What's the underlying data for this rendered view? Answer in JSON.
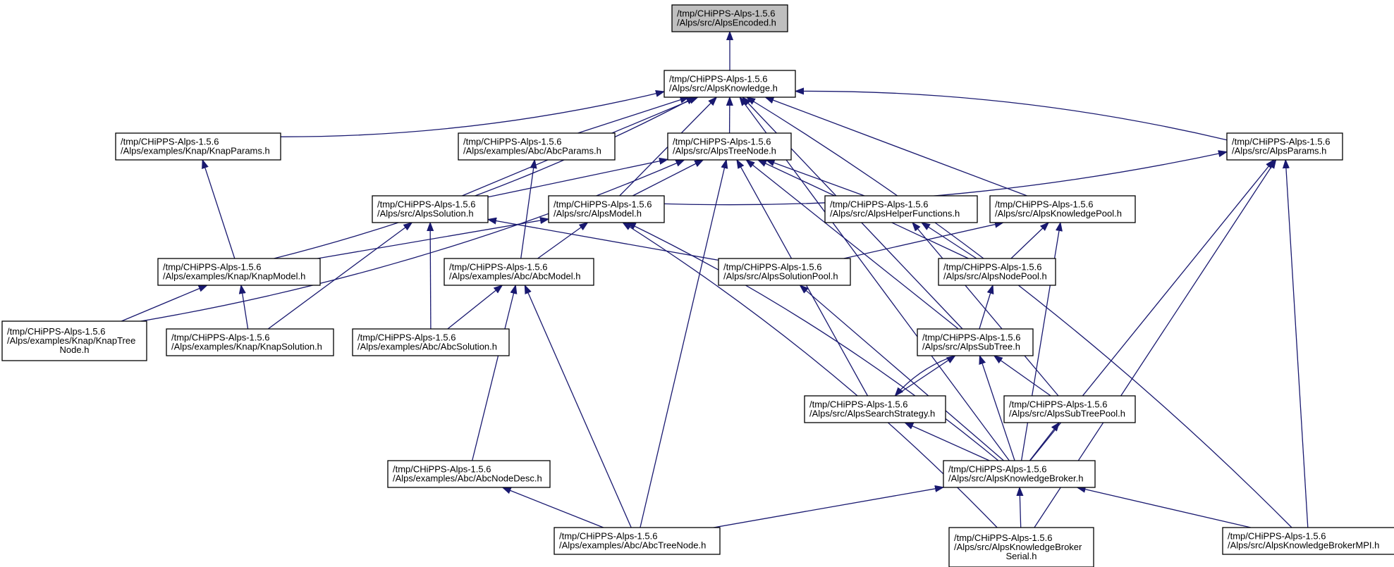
{
  "graph": {
    "title": "",
    "colors": {
      "edge": "#191970",
      "node_border": "#000000",
      "root_fill": "#bfbfbf",
      "node_fill": "#ffffff"
    },
    "nodes": [
      {
        "id": "encoded",
        "lines": [
          "/tmp/CHiPPS-Alps-1.5.6",
          "/Alps/src/AlpsEncoded.h"
        ],
        "root": true
      },
      {
        "id": "knowledge",
        "lines": [
          "/tmp/CHiPPS-Alps-1.5.6",
          "/Alps/src/AlpsKnowledge.h"
        ]
      },
      {
        "id": "knapparams",
        "lines": [
          "/tmp/CHiPPS-Alps-1.5.6",
          "/Alps/examples/Knap/KnapParams.h"
        ]
      },
      {
        "id": "abcparams",
        "lines": [
          "/tmp/CHiPPS-Alps-1.5.6",
          "/Alps/examples/Abc/AbcParams.h"
        ]
      },
      {
        "id": "treenode",
        "lines": [
          "/tmp/CHiPPS-Alps-1.5.6",
          "/Alps/src/AlpsTreeNode.h"
        ]
      },
      {
        "id": "params",
        "lines": [
          "/tmp/CHiPPS-Alps-1.5.6",
          "/Alps/src/AlpsParams.h"
        ]
      },
      {
        "id": "solution",
        "lines": [
          "/tmp/CHiPPS-Alps-1.5.6",
          "/Alps/src/AlpsSolution.h"
        ]
      },
      {
        "id": "model",
        "lines": [
          "/tmp/CHiPPS-Alps-1.5.6",
          "/Alps/src/AlpsModel.h"
        ]
      },
      {
        "id": "helper",
        "lines": [
          "/tmp/CHiPPS-Alps-1.5.6",
          "/Alps/src/AlpsHelperFunctions.h"
        ]
      },
      {
        "id": "kpool",
        "lines": [
          "/tmp/CHiPPS-Alps-1.5.6",
          "/Alps/src/AlpsKnowledgePool.h"
        ]
      },
      {
        "id": "knapmodel",
        "lines": [
          "/tmp/CHiPPS-Alps-1.5.6",
          "/Alps/examples/Knap/KnapModel.h"
        ]
      },
      {
        "id": "abcmodel",
        "lines": [
          "/tmp/CHiPPS-Alps-1.5.6",
          "/Alps/examples/Abc/AbcModel.h"
        ]
      },
      {
        "id": "solpool",
        "lines": [
          "/tmp/CHiPPS-Alps-1.5.6",
          "/Alps/src/AlpsSolutionPool.h"
        ]
      },
      {
        "id": "nodepool",
        "lines": [
          "/tmp/CHiPPS-Alps-1.5.6",
          "/Alps/src/AlpsNodePool.h"
        ]
      },
      {
        "id": "knaptreenode",
        "lines": [
          "/tmp/CHiPPS-Alps-1.5.6",
          "/Alps/examples/Knap/KnapTree",
          "Node.h"
        ]
      },
      {
        "id": "knapsolution",
        "lines": [
          "/tmp/CHiPPS-Alps-1.5.6",
          "/Alps/examples/Knap/KnapSolution.h"
        ]
      },
      {
        "id": "abcsolution",
        "lines": [
          "/tmp/CHiPPS-Alps-1.5.6",
          "/Alps/examples/Abc/AbcSolution.h"
        ]
      },
      {
        "id": "subtree",
        "lines": [
          "/tmp/CHiPPS-Alps-1.5.6",
          "/Alps/src/AlpsSubTree.h"
        ]
      },
      {
        "id": "searchstrategy",
        "lines": [
          "/tmp/CHiPPS-Alps-1.5.6",
          "/Alps/src/AlpsSearchStrategy.h"
        ]
      },
      {
        "id": "subtreepool",
        "lines": [
          "/tmp/CHiPPS-Alps-1.5.6",
          "/Alps/src/AlpsSubTreePool.h"
        ]
      },
      {
        "id": "abcnodedesc",
        "lines": [
          "/tmp/CHiPPS-Alps-1.5.6",
          "/Alps/examples/Abc/AbcNodeDesc.h"
        ]
      },
      {
        "id": "broker",
        "lines": [
          "/tmp/CHiPPS-Alps-1.5.6",
          "/Alps/src/AlpsKnowledgeBroker.h"
        ]
      },
      {
        "id": "abctreenode",
        "lines": [
          "/tmp/CHiPPS-Alps-1.5.6",
          "/Alps/examples/Abc/AbcTreeNode.h"
        ]
      },
      {
        "id": "brokerserial",
        "lines": [
          "/tmp/CHiPPS-Alps-1.5.6",
          "/Alps/src/AlpsKnowledgeBroker",
          "Serial.h"
        ]
      },
      {
        "id": "brokermpi",
        "lines": [
          "/tmp/CHiPPS-Alps-1.5.6",
          "/Alps/src/AlpsKnowledgeBrokerMPI.h"
        ]
      }
    ],
    "edges": [
      [
        "knowledge",
        "encoded"
      ],
      [
        "knapparams",
        "knowledge"
      ],
      [
        "abcparams",
        "knowledge"
      ],
      [
        "treenode",
        "knowledge"
      ],
      [
        "params",
        "knowledge"
      ],
      [
        "solution",
        "knowledge"
      ],
      [
        "model",
        "knowledge"
      ],
      [
        "kpool",
        "knowledge"
      ],
      [
        "knapmodel",
        "knowledge"
      ],
      [
        "subtree",
        "knowledge"
      ],
      [
        "broker",
        "knowledge"
      ],
      [
        "brokermpi",
        "knowledge"
      ],
      [
        "knapmodel",
        "knapparams"
      ],
      [
        "abcmodel",
        "abcparams"
      ],
      [
        "solution",
        "treenode"
      ],
      [
        "model",
        "treenode"
      ],
      [
        "helper",
        "treenode"
      ],
      [
        "nodepool",
        "treenode"
      ],
      [
        "subtree",
        "treenode"
      ],
      [
        "searchstrategy",
        "treenode"
      ],
      [
        "abctreenode",
        "treenode"
      ],
      [
        "knaptreenode",
        "treenode"
      ],
      [
        "model",
        "params"
      ],
      [
        "broker",
        "params"
      ],
      [
        "brokerserial",
        "params"
      ],
      [
        "brokermpi",
        "params"
      ],
      [
        "knapsolution",
        "solution"
      ],
      [
        "abcsolution",
        "solution"
      ],
      [
        "solpool",
        "solution"
      ],
      [
        "knapmodel",
        "model"
      ],
      [
        "abcmodel",
        "model"
      ],
      [
        "broker",
        "model"
      ],
      [
        "brokerserial",
        "model"
      ],
      [
        "nodepool",
        "helper"
      ],
      [
        "subtreepool",
        "helper"
      ],
      [
        "solpool",
        "kpool"
      ],
      [
        "nodepool",
        "kpool"
      ],
      [
        "broker",
        "kpool"
      ],
      [
        "knaptreenode",
        "knapmodel"
      ],
      [
        "knapsolution",
        "knapmodel"
      ],
      [
        "abcsolution",
        "abcmodel"
      ],
      [
        "abcnodedesc",
        "abcmodel"
      ],
      [
        "abctreenode",
        "abcmodel"
      ],
      [
        "broker",
        "solpool"
      ],
      [
        "subtree",
        "nodepool"
      ],
      [
        "searchstrategy",
        "subtree"
      ],
      [
        "subtreepool",
        "subtree"
      ],
      [
        "broker",
        "subtree"
      ],
      [
        "subtree",
        "searchstrategy"
      ],
      [
        "broker",
        "searchstrategy"
      ],
      [
        "broker",
        "subtreepool"
      ],
      [
        "abctreenode",
        "abcnodedesc"
      ],
      [
        "abctreenode",
        "broker"
      ],
      [
        "brokerserial",
        "broker"
      ],
      [
        "brokermpi",
        "broker"
      ]
    ]
  }
}
